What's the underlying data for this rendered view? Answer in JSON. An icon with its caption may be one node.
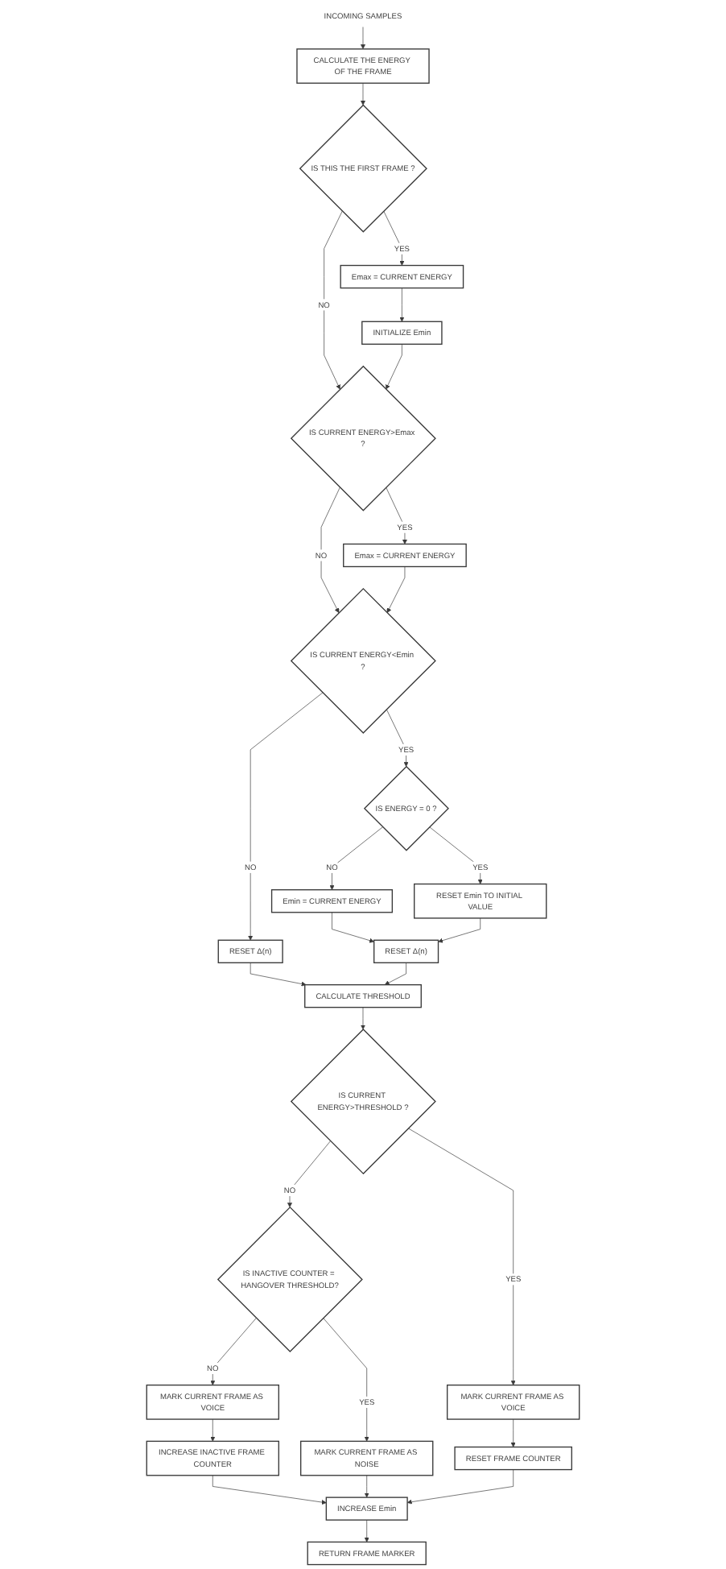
{
  "diagram": {
    "nodes": [
      {
        "text": [
          "INCOMING SAMPLES"
        ]
      },
      {
        "text": [
          "CALCULATE THE ENERGY OF THE FRAME"
        ]
      },
      {
        "text": [
          "IS THIS THE FIRST FRAME ?"
        ]
      },
      {
        "text": [
          "Emax = CURRENT ENERGY"
        ]
      },
      {
        "text": [
          "INITIALIZE Emin"
        ]
      },
      {
        "text": [
          "IS CURRENT ENERGY>Emax ?"
        ]
      },
      {
        "text": [
          "Emax = CURRENT ENERGY"
        ]
      },
      {
        "text": [
          "IS CURRENT ENERGY<Emin ?"
        ]
      },
      {
        "text": [
          "IS ENERGY = 0 ?"
        ]
      },
      {
        "text": [
          "RESET Δ(n)"
        ]
      },
      {
        "text": [
          "Emin = CURRENT ENERGY"
        ]
      },
      {
        "text": [
          "RESET Emin TO INITIAL VALUE"
        ]
      },
      {
        "text": [
          "RESET Δ(n)"
        ]
      },
      {
        "text": [
          "CALCULATE THRESHOLD"
        ]
      },
      {
        "text": [
          "IS CURRENT ENERGY>THRESHOLD ?"
        ]
      },
      {
        "text": [
          "IS INACTIVE COUNTER = HANGOVER THRESHOLD?"
        ]
      },
      {
        "text": [
          "MARK CURRENT FRAME AS VOICE"
        ]
      },
      {
        "text": [
          "MARK CURRENT FRAME AS VOICE"
        ]
      },
      {
        "text": [
          "MARK CURRENT FRAME AS NOISE"
        ]
      },
      {
        "text": [
          "INCREASE INACTIVE FRAME COUNTER"
        ]
      },
      {
        "text": [
          "RESET FRAME COUNTER"
        ]
      },
      {
        "text": [
          "INCREASE Emin"
        ]
      },
      {
        "text": [
          "RETURN FRAME MARKER"
        ]
      }
    ],
    "edges": [
      {
        "from": 0,
        "to": 1,
        "arrow": "to"
      },
      {
        "from": 1,
        "to": 2,
        "arrow": "to"
      },
      {
        "from": 2,
        "to": 3,
        "label": "YES",
        "arrow": "to"
      },
      {
        "from": 3,
        "to": 4,
        "arrow": "to"
      },
      {
        "from": 2,
        "to": 5,
        "label": "NO",
        "arrow": "to"
      },
      {
        "from": 4,
        "to": 5,
        "arrow": "to"
      },
      {
        "from": 5,
        "to": 6,
        "label": "YES",
        "arrow": "to"
      },
      {
        "from": 5,
        "to": 7,
        "label": "NO",
        "arrow": "to"
      },
      {
        "from": 6,
        "to": 7,
        "arrow": "to"
      },
      {
        "from": 7,
        "to": 8,
        "label": "YES",
        "arrow": "to"
      },
      {
        "from": 7,
        "to": 9,
        "label": "NO",
        "arrow": "to"
      },
      {
        "from": 8,
        "to": 10,
        "label": "NO",
        "arrow": "to"
      },
      {
        "from": 8,
        "to": 11,
        "label": "YES",
        "arrow": "to"
      },
      {
        "from": 10,
        "to": 12,
        "arrow": "to"
      },
      {
        "from": 11,
        "to": 12,
        "arrow": "to"
      },
      {
        "from": 9,
        "to": 13,
        "arrow": "to"
      },
      {
        "from": 12,
        "to": 13,
        "arrow": "to"
      },
      {
        "from": 13,
        "to": 14,
        "arrow": "to"
      },
      {
        "from": 14,
        "to": 16,
        "label": "YES",
        "arrow": "to"
      },
      {
        "from": 14,
        "to": 15,
        "label": "NO",
        "arrow": "to"
      },
      {
        "from": 15,
        "to": 18,
        "label": "YES",
        "arrow": "to"
      },
      {
        "from": 15,
        "to": 17,
        "label": "NO",
        "arrow": "to"
      },
      {
        "from": 17,
        "to": 19,
        "arrow": "to"
      },
      {
        "from": 16,
        "to": 20,
        "arrow": "to"
      },
      {
        "from": 19,
        "to": 21,
        "arrow": "to"
      },
      {
        "from": 18,
        "to": 21,
        "arrow": "to"
      },
      {
        "from": 20,
        "to": 21,
        "arrow": "to"
      },
      {
        "from": 21,
        "to": 22,
        "arrow": "to"
      }
    ]
  }
}
